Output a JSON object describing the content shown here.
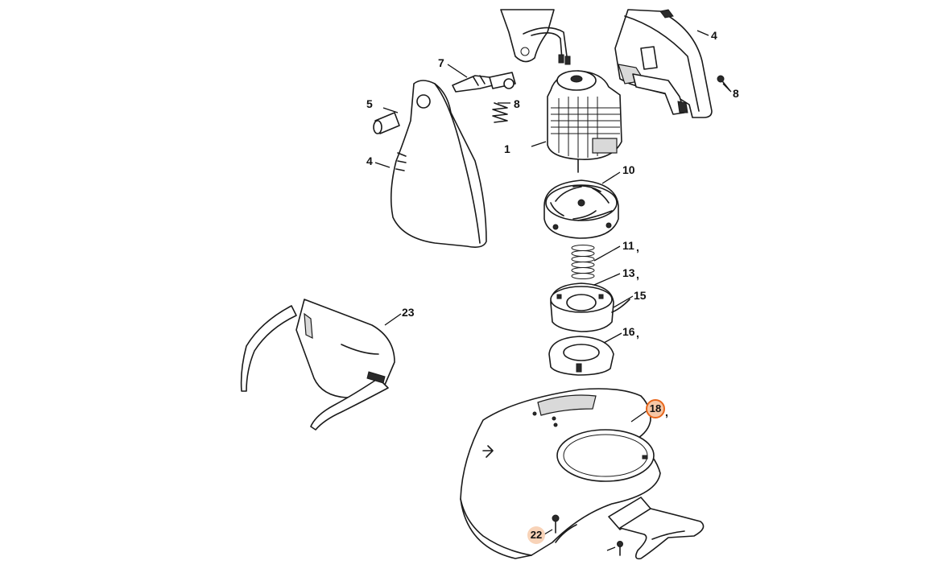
{
  "colors": {
    "line": "#1a1a1a",
    "highlight_ring": "#e8661b",
    "highlight_fill": "#f6c7a6",
    "highlight_soft": "#f8d3b8"
  },
  "callouts": {
    "c1": "1",
    "c4_left": "4",
    "c4_right": "4",
    "c5": "5",
    "c7": "7",
    "c8_spring": "8",
    "c8_screw": "8",
    "c10": "10",
    "c11": "11",
    "c13": "13",
    "c15": "15",
    "c16": "16",
    "c18": "18",
    "c22": "22",
    "c23": "23",
    "comma11": ",",
    "comma13": ",",
    "comma16": ",",
    "comma18": ","
  },
  "highlighted": [
    "18",
    "22"
  ]
}
